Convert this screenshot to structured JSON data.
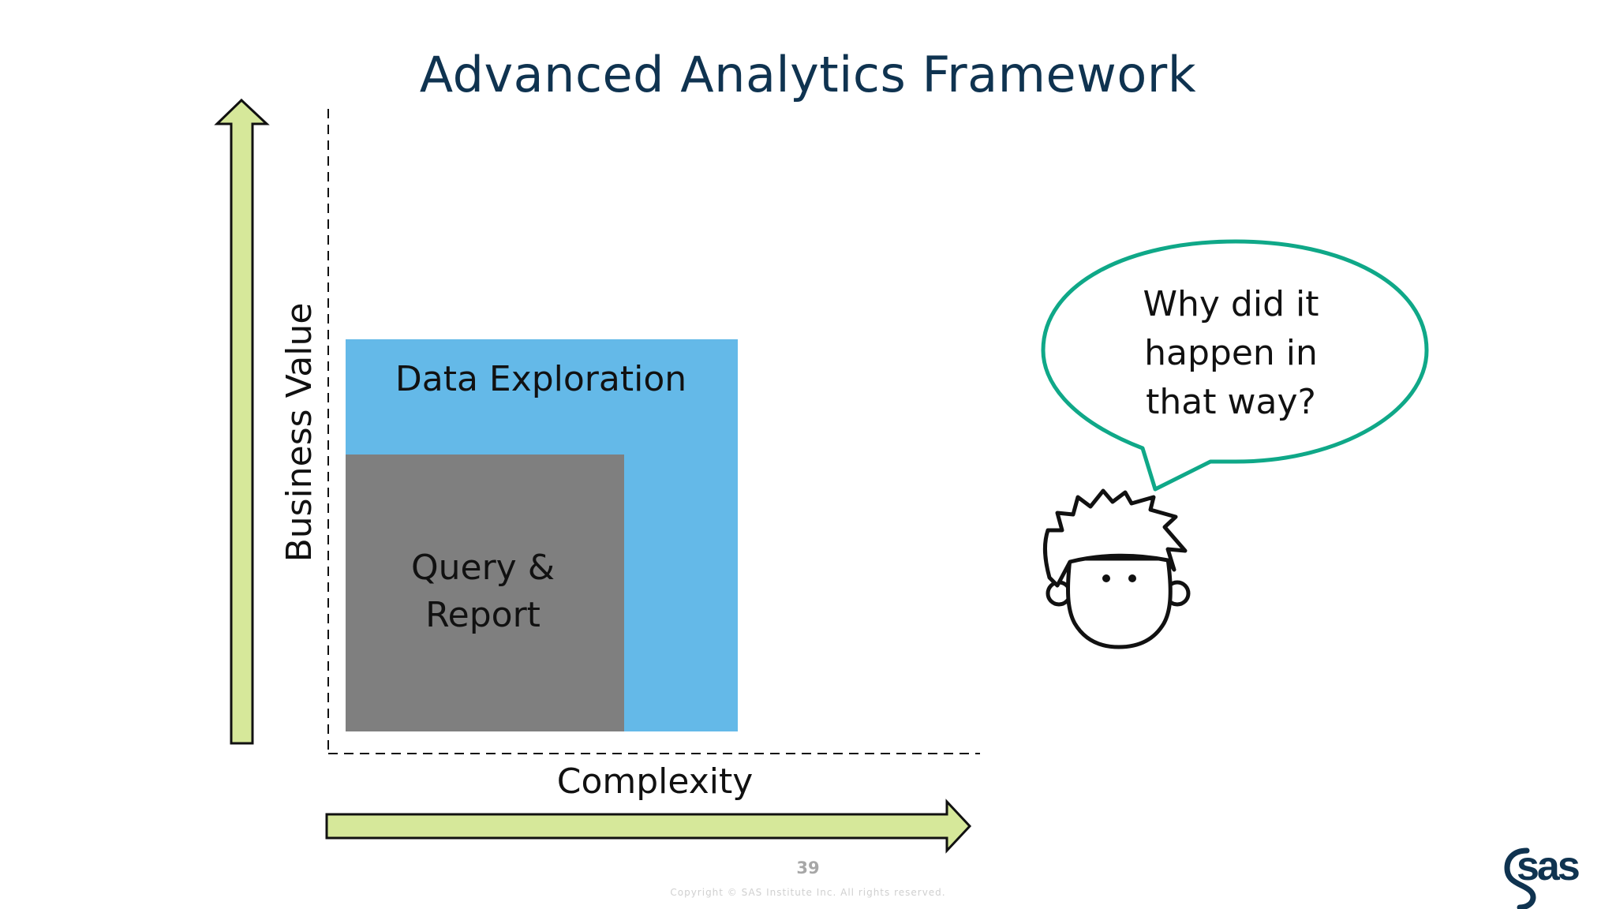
{
  "slide": {
    "title": "Advanced Analytics Framework",
    "page_number": "39",
    "copyright": "Copyright © SAS Institute Inc. All rights reserved."
  },
  "axes": {
    "y_label": "Business Value",
    "x_label": "Complexity"
  },
  "boxes": {
    "outer_label": "Data Exploration",
    "inner_label_line1": "Query &",
    "inner_label_line2": "Report"
  },
  "speech_bubble": {
    "line1": "Why did it",
    "line2": "happen in",
    "line3": "that way?"
  },
  "logo": {
    "text": "sas"
  },
  "colors": {
    "title": "#0f3350",
    "arrow_fill": "#d6e89a",
    "outer_box": "#64b9e8",
    "inner_box": "#7f7f7f",
    "bubble_stroke": "#0fa888"
  },
  "icons": {
    "character": "cartoon-boy-face-icon",
    "logo": "sas-logo-icon"
  }
}
